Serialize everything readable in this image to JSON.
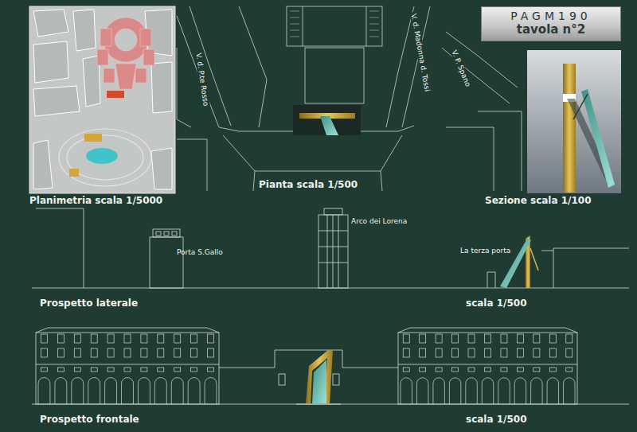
{
  "diagram": {
    "nodes": [
      {
        "text": [
          "PAGM190",
          "tavola n°2"
        ]
      }
    ],
    "labels": [
      "Planimetria scala 1/5000",
      "Pianta scala 1/500",
      "Sezione scala 1/100",
      "V. d. P.te Rosso",
      "V. d. Madonna d. Tossi",
      "V. P. Spano",
      "Arco dei Lorena",
      "Porta S.Gallo",
      "La terza porta",
      "Prospetto laterale",
      "scala 1/500",
      "Prospetto frontale",
      "scala 1/500"
    ]
  }
}
